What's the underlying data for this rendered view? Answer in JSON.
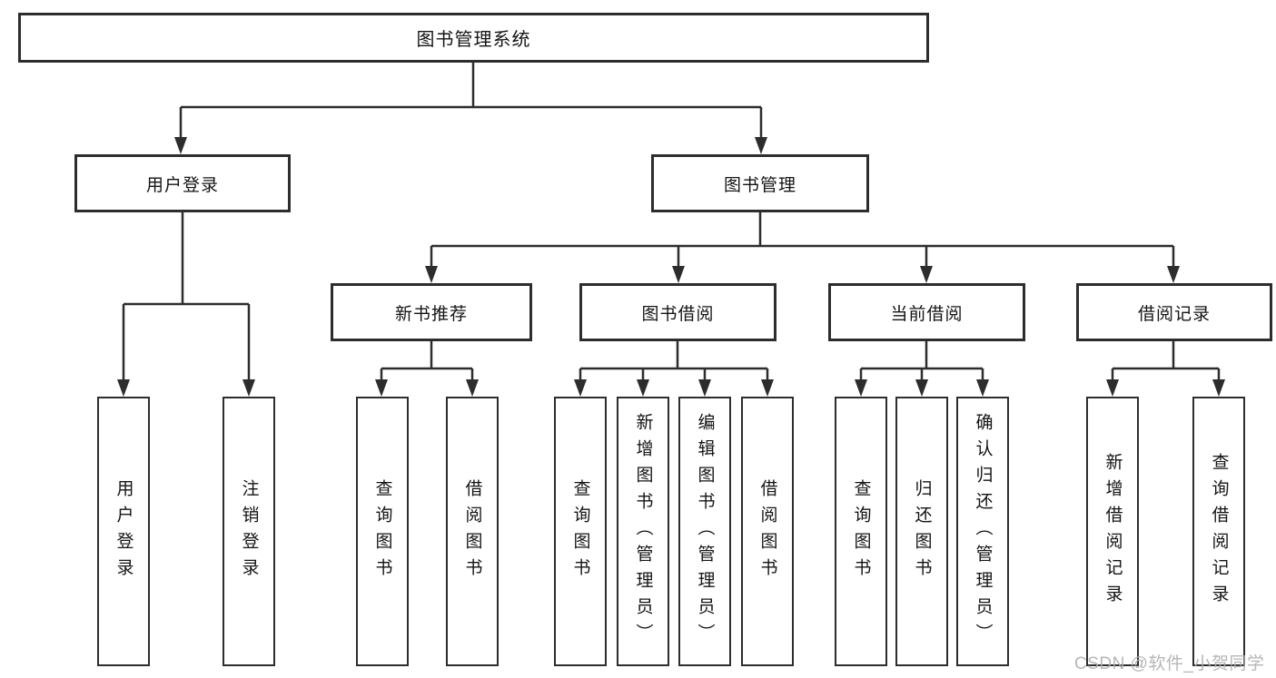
{
  "diagram_title": "图书管理系统",
  "level2": {
    "user_login": "用户登录",
    "book_management": "图书管理"
  },
  "level3": {
    "new_book_recommendation": "新书推荐",
    "book_borrowing": "图书借阅",
    "current_borrowing": "当前借阅",
    "borrowing_records": "借阅记录"
  },
  "leaves": {
    "user_login": [
      "用户登录",
      "注销登录"
    ],
    "new_book_recommendation": [
      "查询图书",
      "借阅图书"
    ],
    "book_borrowing": [
      "查询图书",
      "新增图书（管理员）",
      "编辑图书（管理员）",
      "借阅图书"
    ],
    "current_borrowing": [
      "查询图书",
      "归还图书",
      "确认归还（管理员）"
    ],
    "borrowing_records": [
      "新增借阅记录",
      "查询借阅记录"
    ]
  },
  "watermark": "CSDN @软件_小贺同学",
  "colors": {
    "border": "#2d2d2d",
    "text": "#141414",
    "watermark": "#b1aeae",
    "background": "#ffffff"
  }
}
